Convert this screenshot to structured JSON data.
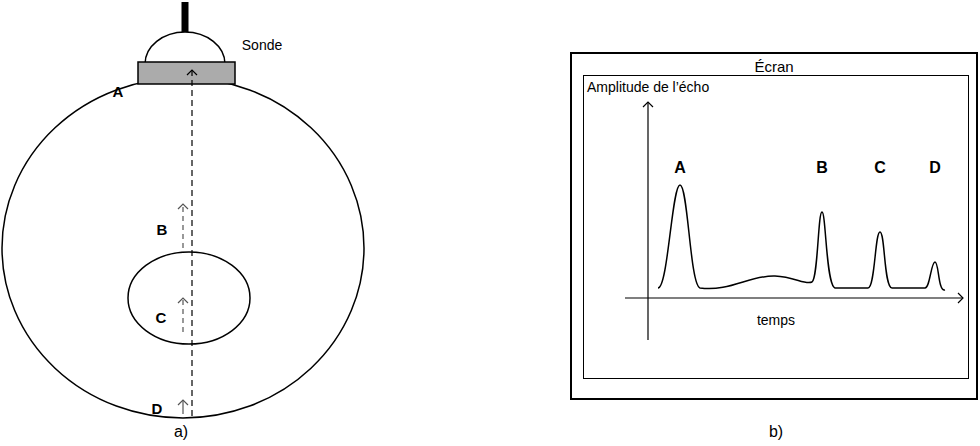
{
  "diagram": {
    "nodes": [
      {
        "text": [
          "Écran"
        ]
      },
      {
        "text": [
          "Amplitude de l’écho",
          "temps"
        ],
        "in": 0
      }
    ],
    "labels": [
      "Sonde",
      "A",
      "B",
      "C",
      "D",
      "a)",
      "A",
      "B",
      "C",
      "D",
      "b)"
    ]
  }
}
